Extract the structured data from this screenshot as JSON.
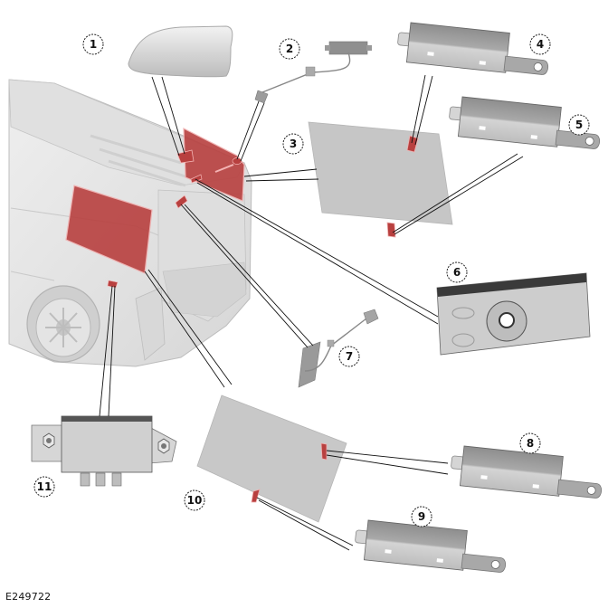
{
  "diagram": {
    "reference_code": "E249722",
    "callouts": [
      {
        "number": "1",
        "part": "roof-antenna"
      },
      {
        "number": "2",
        "part": "antenna-cable-harness"
      },
      {
        "number": "3",
        "part": "rear-window-antenna-panel"
      },
      {
        "number": "4",
        "part": "antenna-amplifier"
      },
      {
        "number": "5",
        "part": "antenna-amplifier"
      },
      {
        "number": "6",
        "part": "antenna-module"
      },
      {
        "number": "7",
        "part": "antenna-cable-harness"
      },
      {
        "number": "8",
        "part": "antenna-amplifier"
      },
      {
        "number": "9",
        "part": "antenna-amplifier"
      },
      {
        "number": "10",
        "part": "side-window-antenna-panel"
      },
      {
        "number": "11",
        "part": "antenna-control-module"
      }
    ],
    "colors": {
      "highlight": "#b8403f",
      "part_grey": "#c8c8c8",
      "vehicle_grey": "#e6e6e6",
      "line": "#111111"
    }
  }
}
